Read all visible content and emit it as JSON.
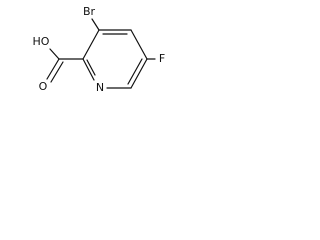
{
  "molecule": {
    "atoms": {
      "bromine": "Br",
      "hydroxyl": "HO",
      "carbonyl_oxygen": "O",
      "ring_nitrogen": "N",
      "fluorine": "F"
    }
  },
  "colors": {
    "ink": "#111111",
    "background": "#ffffff"
  }
}
